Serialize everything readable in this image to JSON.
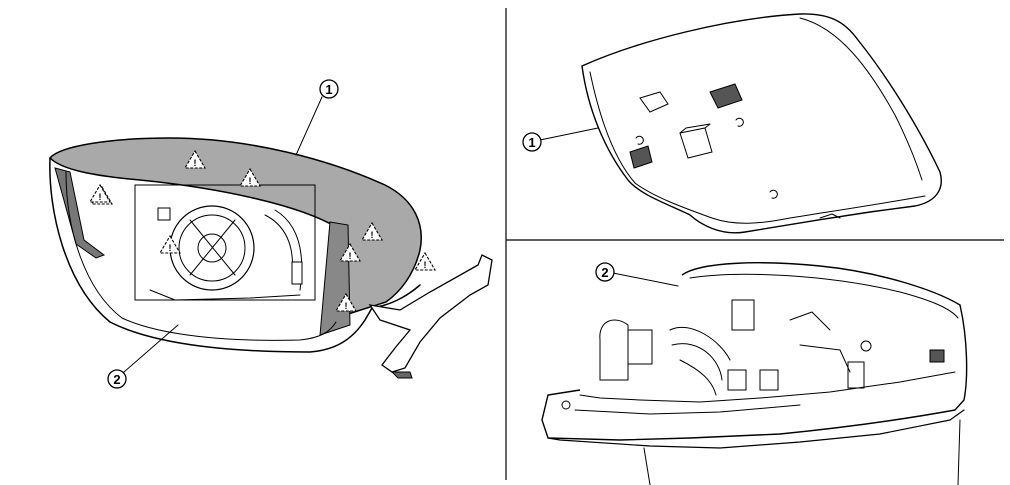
{
  "callouts": {
    "left_cover": "1",
    "left_housing": "2",
    "top_right_cover": "1",
    "bottom_right_housing": "2"
  },
  "clip_marker_symbol": "!",
  "colors": {
    "line": "#000000",
    "cover_fill": "#a9a9a9",
    "background": "#ffffff"
  }
}
